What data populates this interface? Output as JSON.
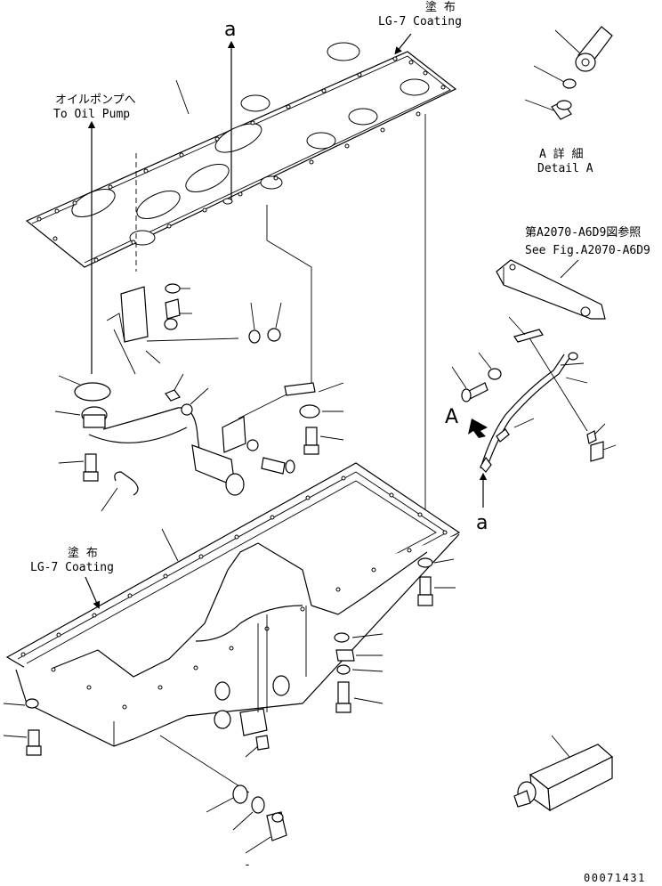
{
  "labels": {
    "coating_top_jp": "塗 布",
    "coating_top_en": "LG-7 Coating",
    "oil_pump_jp": "オイルポンプへ",
    "oil_pump_en": "To Oil Pump",
    "detail_jp": "A 詳 細",
    "detail_en": "Detail A",
    "see_fig_jp": "第A2070-A6D9図参照",
    "see_fig_en": "See Fig.A2070-A6D9",
    "arrow_a_top": "a",
    "arrow_a_bottom": "a",
    "view_A": "A",
    "coating_bottom_jp": "塗 布",
    "coating_bottom_en": "LG-7 Coating",
    "drawing_number": "00071431"
  },
  "colors": {
    "line": "#000000",
    "background": "#ffffff"
  }
}
